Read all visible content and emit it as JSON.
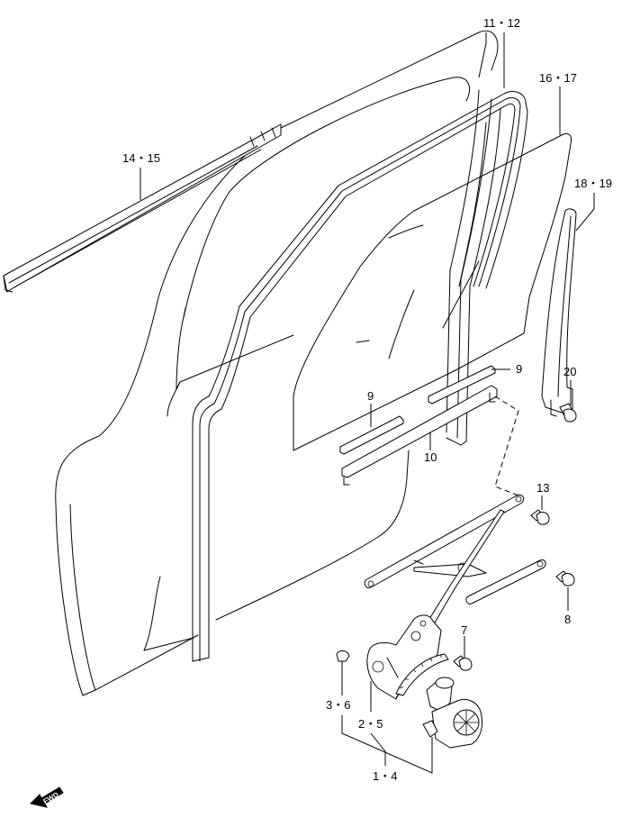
{
  "callouts": {
    "c11_12": "11・12",
    "c16_17": "16・17",
    "c14_15": "14・15",
    "c18_19": "18・19",
    "c9a": "9",
    "c9b": "9",
    "c20": "20",
    "c10": "10",
    "c13": "13",
    "c8": "8",
    "c7": "7",
    "c3_6": "3・6",
    "c2_5": "2・5",
    "c1_4": "1・4"
  },
  "fwd": {
    "label": "FWD"
  }
}
